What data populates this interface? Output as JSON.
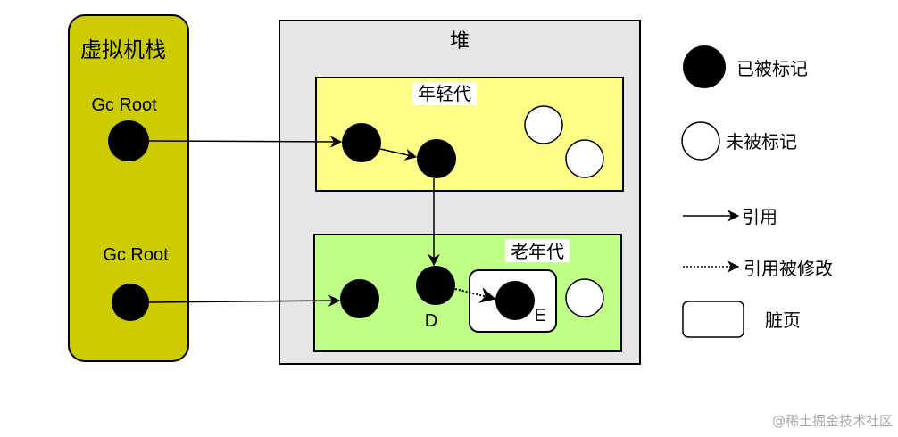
{
  "stack": {
    "title": "虚拟机栈",
    "root_label_1": "Gc Root",
    "root_label_2": "Gc Root",
    "fill": "#cccc00"
  },
  "heap": {
    "title": "堆",
    "fill": "#e6e6e6"
  },
  "young": {
    "title": "年轻代",
    "fill": "#ffff88"
  },
  "old": {
    "title": "老年代",
    "fill": "#c0ff88"
  },
  "objects": {
    "d_label": "D",
    "e_label": "E"
  },
  "legend": {
    "marked": "已被标记",
    "unmarked": "未被标记",
    "reference": "引用",
    "reference_modified": "引用被修改",
    "dirty_page": "脏页"
  },
  "watermark": "@稀土掘金技术社区"
}
